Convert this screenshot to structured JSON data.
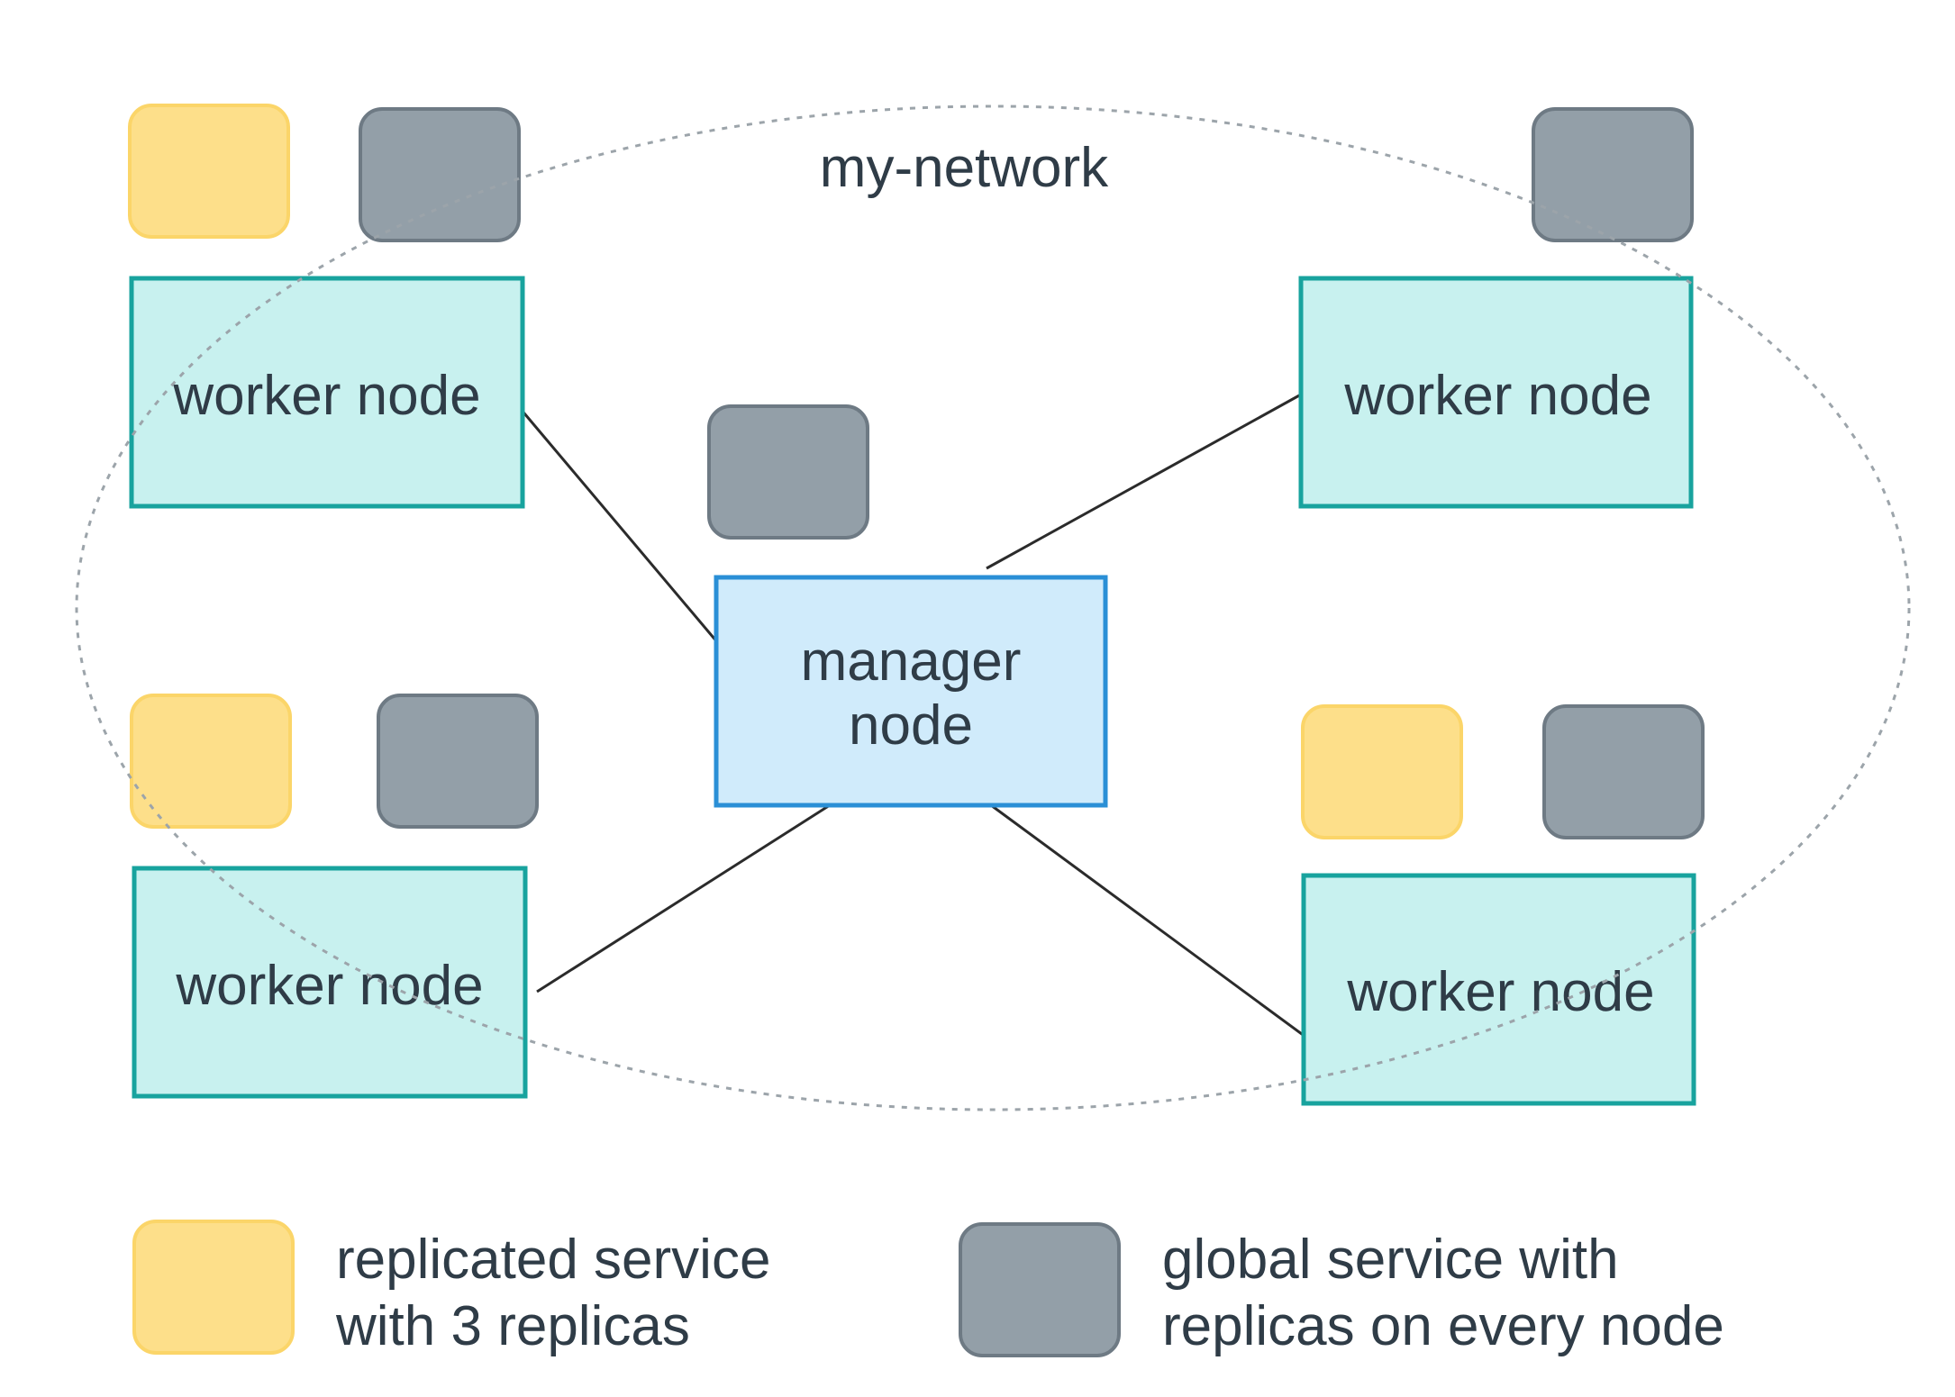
{
  "network": {
    "label": "my-network"
  },
  "manager": {
    "label_line1": "manager",
    "label_line2": "node"
  },
  "workers": [
    {
      "label": "worker node"
    },
    {
      "label": "worker node"
    },
    {
      "label": "worker node"
    },
    {
      "label": "worker node"
    }
  ],
  "legend": {
    "replicated": {
      "line1": "replicated service",
      "line2": "with 3 replicas"
    },
    "global": {
      "line1": "global service with",
      "line2": "replicas on every node"
    }
  },
  "colors": {
    "worker_fill": "#c8f1ef",
    "worker_stroke": "#18a39e",
    "manager_fill": "#d0ebfb",
    "manager_stroke": "#2a8fd6",
    "replicated_fill": "#fddf8a",
    "replicated_stroke": "#fbd569",
    "global_fill": "#939fa8",
    "global_stroke": "#6e7a84",
    "network_stroke": "#9ca4aa",
    "text": "#2f3c47"
  }
}
